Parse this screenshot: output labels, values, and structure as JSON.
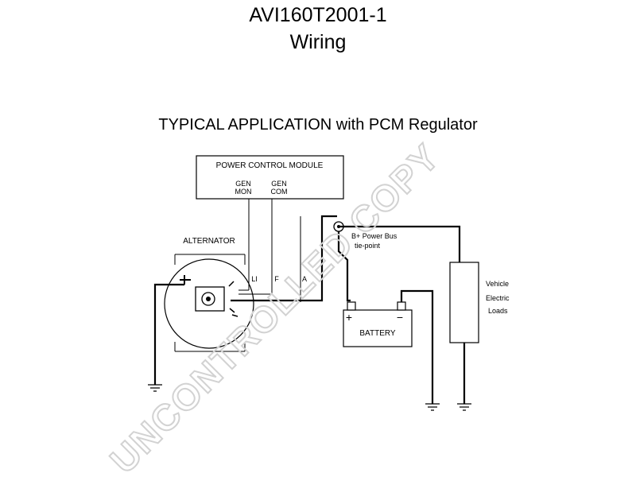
{
  "title": "AVI160T2001-1",
  "subtitle_line": "Wiring",
  "application_heading": "TYPICAL APPLICATION with PCM Regulator",
  "pcm": {
    "title": "POWER CONTROL MODULE",
    "gen_mon": [
      "GEN",
      "MON"
    ],
    "gen_com": [
      "GEN",
      "COM"
    ]
  },
  "alternator": {
    "label": "ALTERNATOR",
    "terminals": [
      "LI",
      "F",
      "A"
    ]
  },
  "power_bus": [
    "B+ Power Bus",
    "tie-point"
  ],
  "battery": {
    "label": "BATTERY",
    "plus": "+",
    "minus": "−"
  },
  "loads": [
    "Vehicle",
    "Electric",
    "Loads"
  ],
  "watermark": "UNCONTROLLED COPY",
  "colors": {
    "line": "#000000",
    "watermark": "#d2d2d2"
  }
}
